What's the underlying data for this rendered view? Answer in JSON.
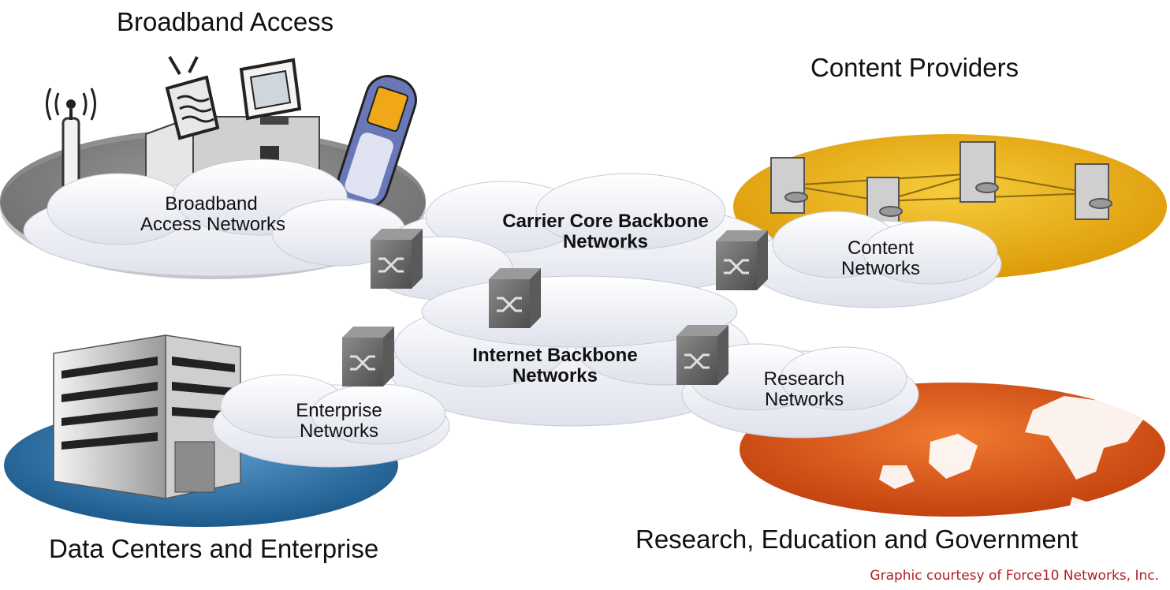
{
  "titles": {
    "broadband_access": "Broadband Access",
    "content_providers": "Content Providers",
    "data_centers": "Data Centers and Enterprise",
    "research": "Research, Education and Government"
  },
  "networks": {
    "broadband_l1": "Broadband",
    "broadband_l2": "Access Networks",
    "carrier_l1": "Carrier Core Backbone",
    "carrier_l2": "Networks",
    "content_l1": "Content",
    "content_l2": "Networks",
    "internet_l1": "Internet Backbone",
    "internet_l2": "Networks",
    "enterprise_l1": "Enterprise",
    "enterprise_l2": "Networks",
    "research_l1": "Research",
    "research_l2": "Networks"
  },
  "credit": "Graphic courtesy of Force10 Networks, Inc.",
  "colors": {
    "broadband_disc": "#8e8e8e",
    "content_disc": "#e8ad12",
    "enterprise_disc": "#2a6fa3",
    "research_disc": "#d9541a",
    "cloud": "#eef0f6",
    "router": "#6e6e6e",
    "credit": "#b0202a"
  },
  "icons": [
    "antenna-icon",
    "tv-icon",
    "computer-icon",
    "house-icon",
    "phone-icon",
    "server-icon",
    "router-icon",
    "office-building-icon",
    "world-map-icon"
  ]
}
